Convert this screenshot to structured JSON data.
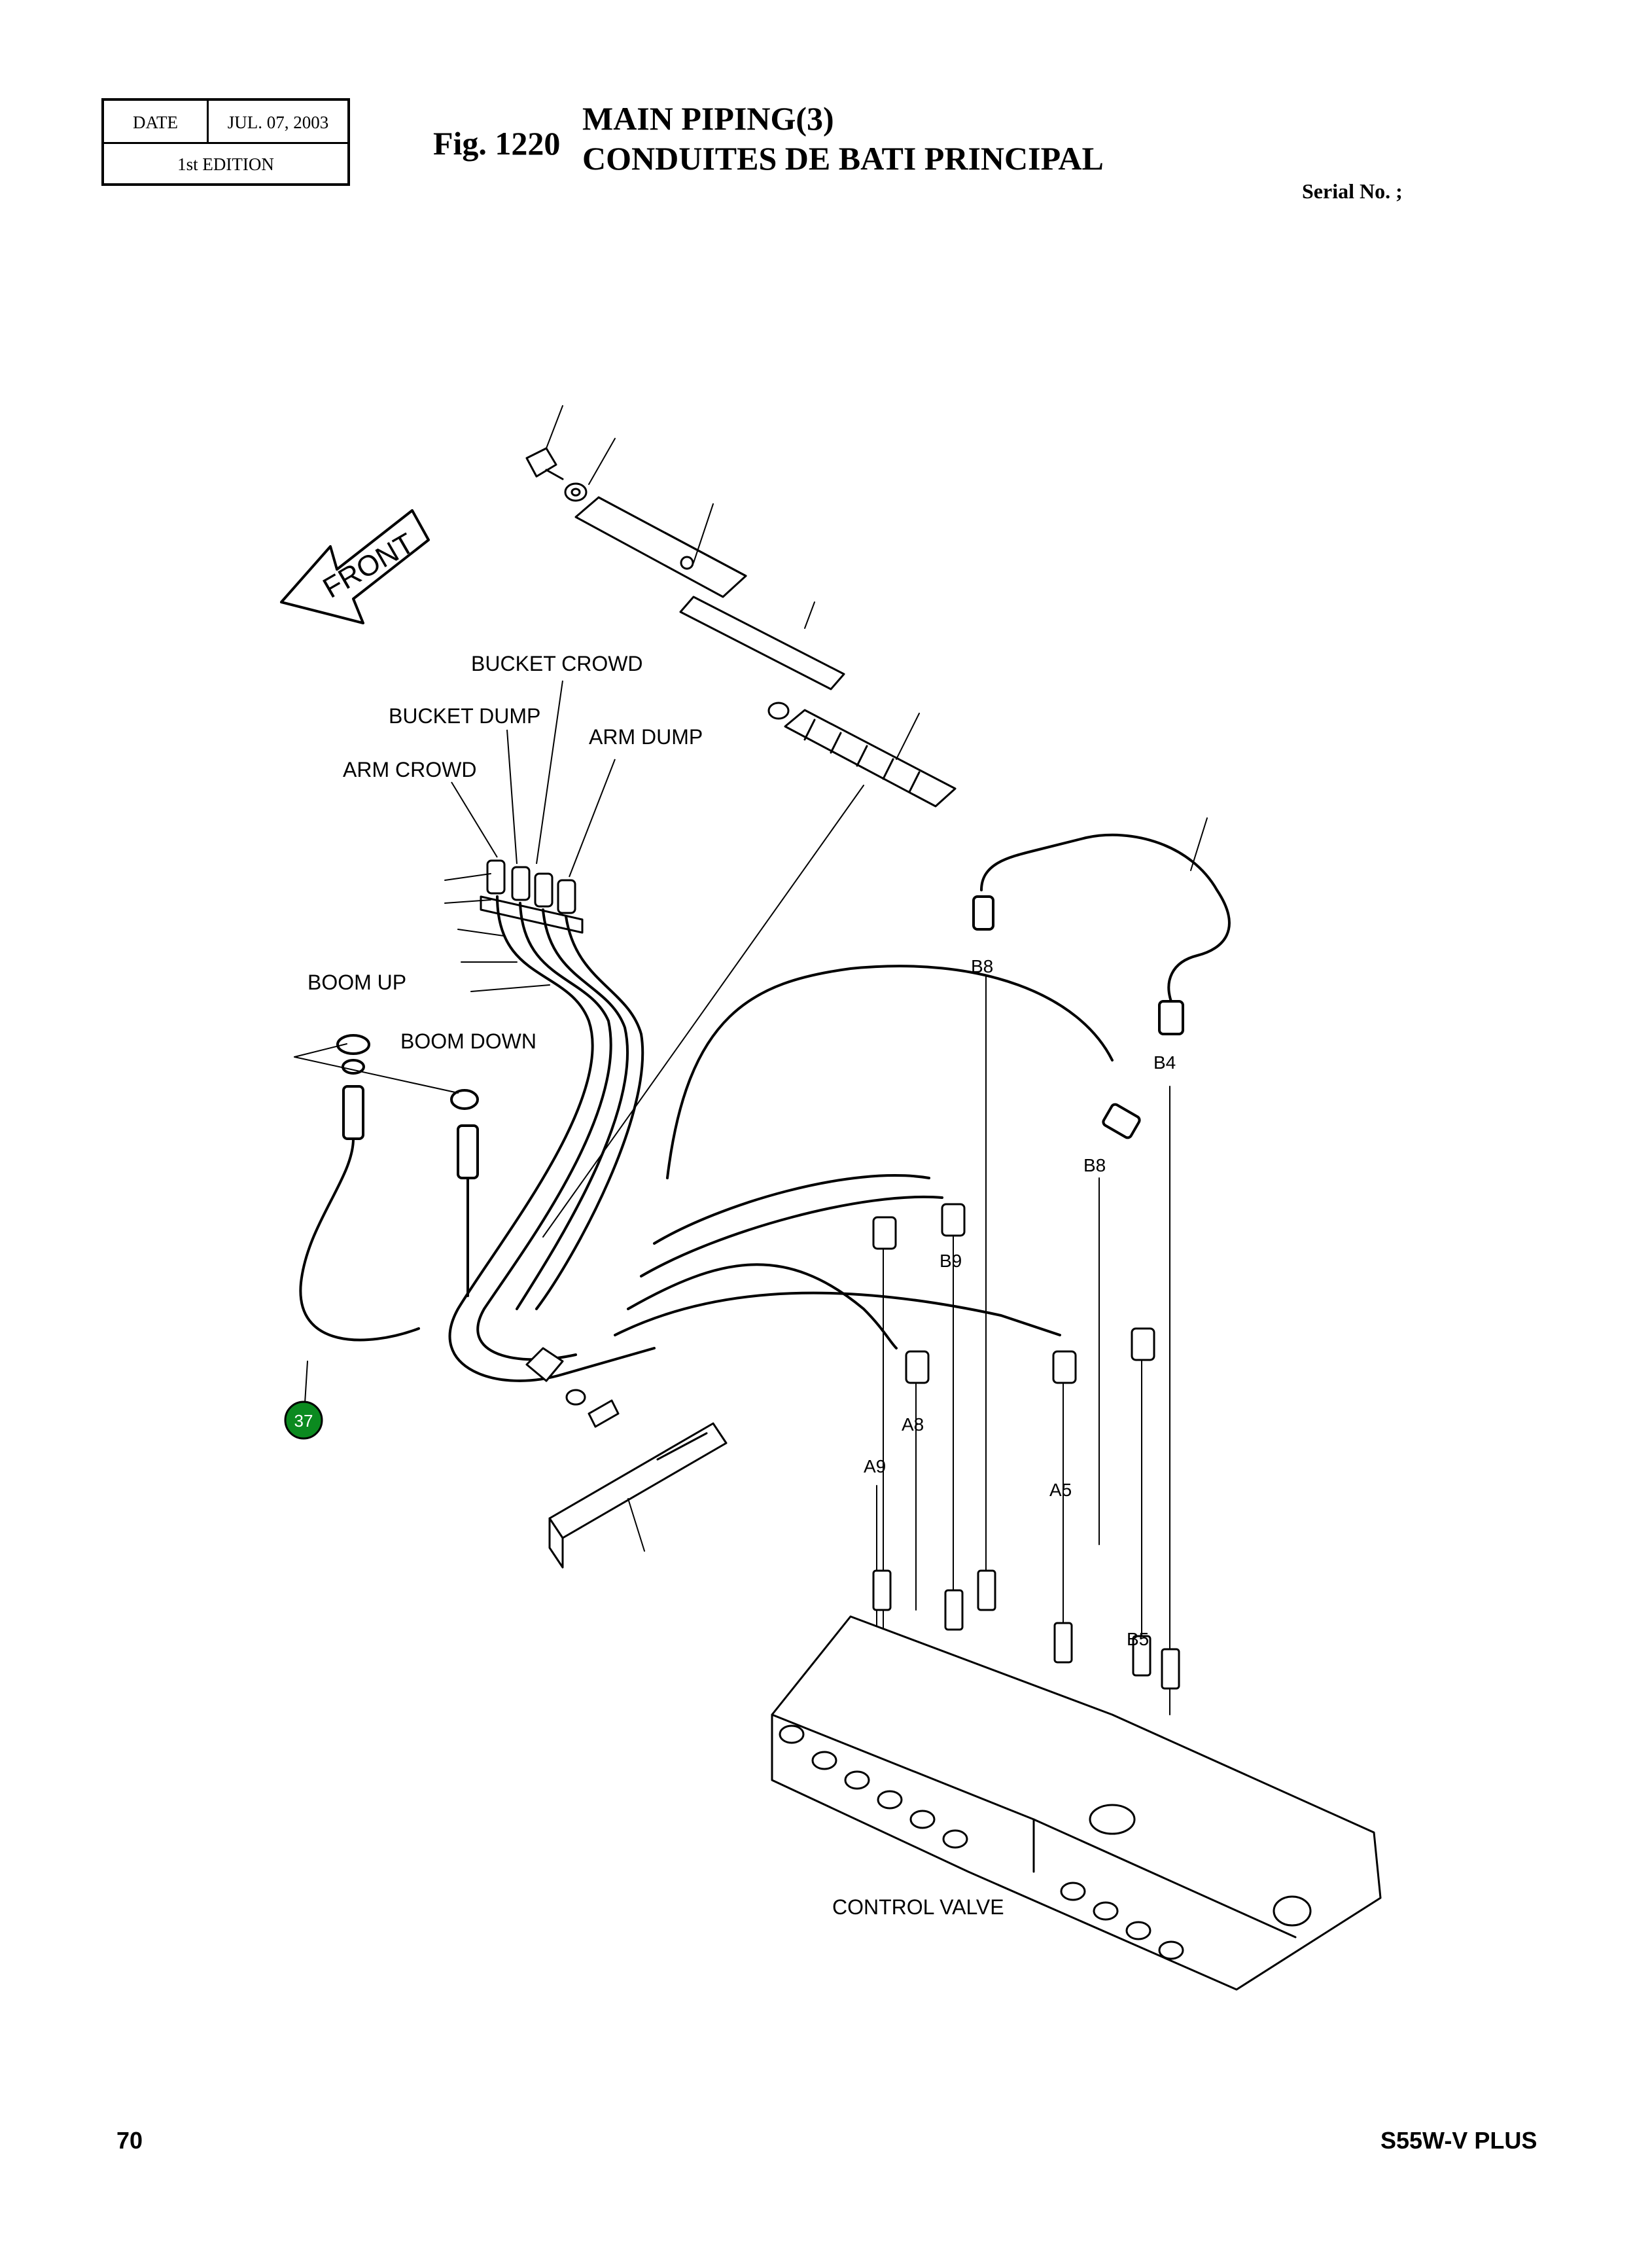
{
  "header": {
    "date_label": "DATE",
    "date_value": "JUL. 07, 2003",
    "edition": "1st EDITION",
    "fig_number": "Fig. 1220",
    "title_en": "MAIN PIPING(3)",
    "title_fr": "CONDUITES DE BATI PRINCIPAL",
    "serial": "Serial No. ;"
  },
  "footer": {
    "page_number": "70",
    "model": "S55W-V PLUS"
  },
  "diagram": {
    "front_arrow": "FRONT",
    "callout_badge": "37",
    "line_labels": {
      "bucket_crowd": "BUCKET CROWD",
      "bucket_dump": "BUCKET DUMP",
      "arm_dump": "ARM DUMP",
      "arm_crowd": "ARM CROWD",
      "boom_up": "BOOM UP",
      "boom_down": "BOOM DOWN",
      "control_valve": "CONTROL VALVE"
    },
    "port_labels": {
      "b8_top": "B8",
      "b4": "B4",
      "b8_mid": "B8",
      "b9": "B9",
      "a8": "A8",
      "a9": "A9",
      "a5": "A5",
      "b5": "B5"
    }
  },
  "colors": {
    "ink": "#000000",
    "badge_fill": "#0b8a1f",
    "badge_text": "#ffffff"
  }
}
